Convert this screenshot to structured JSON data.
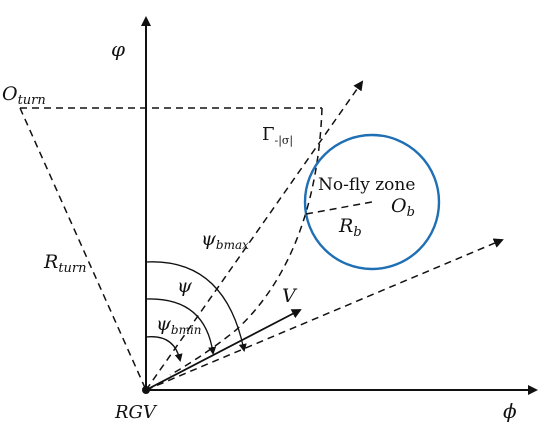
{
  "colors": {
    "ink": "#111111",
    "no_fly_zone": "#1f6fb5",
    "background": "#ffffff"
  },
  "axes": {
    "vertical_label": "φ",
    "horizontal_label": "ϕ",
    "origin_label": "RGV"
  },
  "labels": {
    "o_turn_base": "O",
    "o_turn_sub": "turn",
    "r_turn_base": "R",
    "r_turn_sub": "turn",
    "gamma_base": "Γ",
    "gamma_sub": "-|σ|",
    "no_fly_zone": "No-fly zone",
    "o_b_base": "O",
    "o_b_sub": "b",
    "r_b_base": "R",
    "r_b_sub": "b",
    "psi": "ψ",
    "psi_bmax_base": "ψ",
    "psi_bmax_sub": "bmax",
    "psi_bmin_base": "ψ",
    "psi_bmin_sub": "bmin",
    "velocity": "V"
  }
}
